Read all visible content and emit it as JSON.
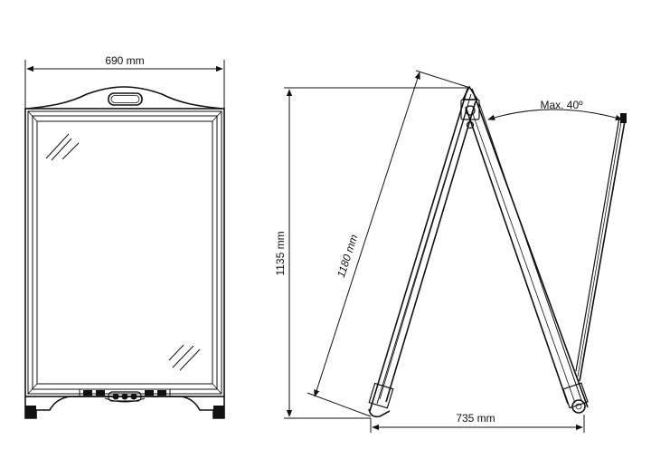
{
  "dimensions": {
    "width": "690 mm",
    "height": "1135 mm",
    "leg_length": "1180 mm",
    "base_spread": "735 mm",
    "max_angle": "Max. 40º"
  },
  "colors": {
    "line": "#111111",
    "background": "#ffffff"
  }
}
